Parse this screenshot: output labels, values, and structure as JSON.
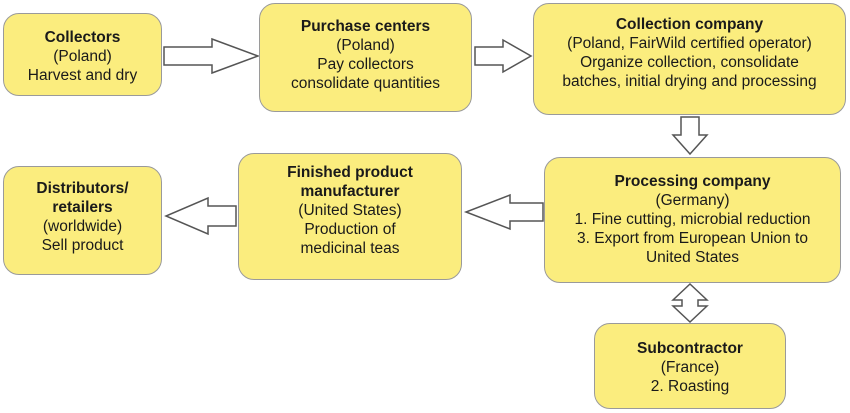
{
  "nodes": {
    "collectors": {
      "title": "Collectors",
      "lines": [
        "(Poland)",
        "Harvest and dry"
      ]
    },
    "purchase": {
      "title": "Purchase centers",
      "lines": [
        "(Poland)",
        "Pay collectors",
        "consolidate quantities"
      ]
    },
    "collection": {
      "title": "Collection company",
      "lines": [
        "(Poland, FairWild certified operator)",
        "Organize collection, consolidate",
        "batches, initial drying and processing"
      ]
    },
    "processing": {
      "title": "Processing company",
      "lines": [
        "(Germany)",
        "1. Fine cutting, microbial reduction",
        "3. Export from European Union to",
        "United States"
      ]
    },
    "subcontractor": {
      "title": "Subcontractor",
      "lines": [
        "(France)",
        "2. Roasting"
      ]
    },
    "manufacturer": {
      "title_lines": [
        "Finished product",
        "manufacturer"
      ],
      "lines": [
        "(United States)",
        "Production of",
        "medicinal teas"
      ]
    },
    "distributors": {
      "title_lines": [
        "Distributors/",
        "retailers"
      ],
      "lines": [
        "(worldwide)",
        "Sell product"
      ]
    }
  },
  "colors": {
    "box_fill": "#fbed7e",
    "box_border": "#9a9a9a",
    "arrow_stroke": "#555555"
  }
}
